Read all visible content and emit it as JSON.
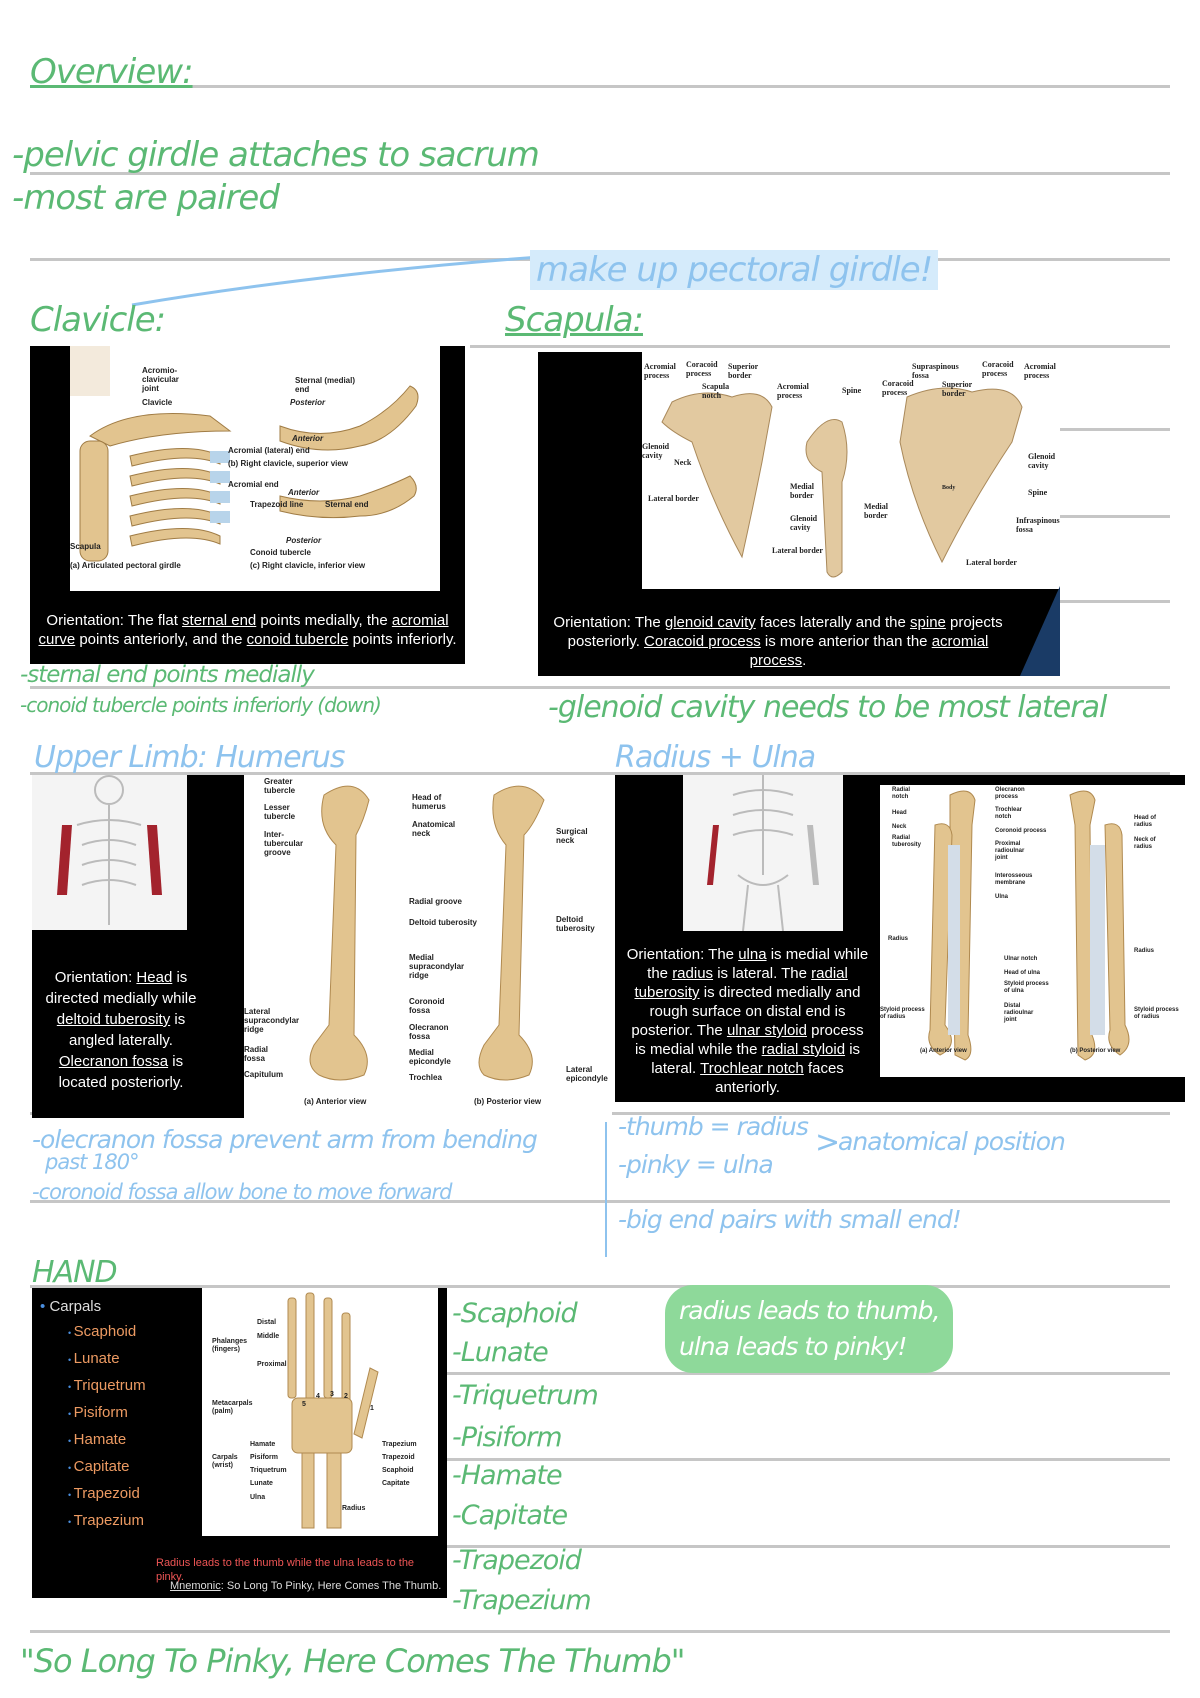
{
  "overview": {
    "heading": "Overview:",
    "bullets": [
      "-pelvic girdle attaches to sacrum",
      "-most are paired"
    ]
  },
  "pectoral_note": "make up pectoral girdle!",
  "clavicle": {
    "heading": "Clavicle:",
    "labels": {
      "acromio_joint": "Acromio-\nclavicular\njoint",
      "clavicle": "Clavicle",
      "sternal_medial_end": "Sternal (medial)\nend",
      "posterior1": "Posterior",
      "anterior1": "Anterior",
      "acromial_lateral_end": "Acromial (lateral) end",
      "view_b": "(b) Right clavicle, superior view",
      "acromial_end": "Acromial end",
      "anterior2": "Anterior",
      "trapezoid_line": "Trapezoid line",
      "sternal_end": "Sternal end",
      "posterior2": "Posterior",
      "conoid_tubercle": "Conoid tubercle",
      "scapula": "Scapula",
      "view_a": "(a) Articulated pectoral girdle",
      "view_c": "(c) Right clavicle, inferior view"
    },
    "caption": {
      "p1": "Orientation: The flat ",
      "u1": "sternal end",
      "p2": " points medially, the ",
      "u2": "acromial curve",
      "p3": " points anteriorly, and the ",
      "u3": "conoid tubercle",
      "p4": " points inferiorly."
    },
    "notes": [
      "-sternal end points medially",
      "-conoid tubercle points inferiorly (down)"
    ]
  },
  "scapula": {
    "heading": "Scapula:",
    "labels": {
      "acromial_process": "Acromial\nprocess",
      "coracoid_process": "Coracoid\nprocess",
      "superior_border": "Superior\nborder",
      "scapula_notch": "Scapula\nnotch",
      "acromial_process2": "Acromial\nprocess",
      "spine": "Spine",
      "coracoid_process2": "Coracoid\nprocess",
      "supraspinous_fossa": "Supraspinous\nfossa",
      "superior_border2": "Superior\nborder",
      "coracoid_process3": "Coracoid\nprocess",
      "acromial_process3": "Acromial\nprocess",
      "glenoid_cavity": "Glenoid\ncavity",
      "neck": "Neck",
      "lateral_border": "Lateral border",
      "medial_border": "Medial\nborder",
      "glenoid_cavity2": "Glenoid\ncavity",
      "lateral_border2": "Lateral border",
      "medial_border2": "Medial\nborder",
      "body": "Body",
      "glenoid_cavity3": "Glenoid\ncavity",
      "spine2": "Spine",
      "infraspinous_fossa": "Infraspinous\nfossa",
      "lateral_border3": "Lateral border"
    },
    "caption": {
      "p1": "Orientation: The ",
      "u1": "glenoid cavity",
      "p2": " faces laterally and the ",
      "u2": "spine",
      "p3": " projects posteriorly. ",
      "u3": "Coracoid process",
      "p4": " is more anterior than the ",
      "u4": "acromial process",
      "p5": "."
    },
    "note": "-glenoid cavity needs to be most lateral"
  },
  "humerus": {
    "heading": "Upper Limb: Humerus",
    "labels": {
      "greater_tubercle": "Greater\ntubercle",
      "lesser_tubercle": "Lesser\ntubercle",
      "intertubercular": "Inter-\ntubercular\ngroove",
      "head": "Head of\nhumerus",
      "anatomical_neck": "Anatomical\nneck",
      "surgical_neck": "Surgical\nneck",
      "radial_groove": "Radial groove",
      "deltoid_tuberosity": "Deltoid tuberosity",
      "deltoid_tuberosity2": "Deltoid\ntuberosity",
      "medial_ridge": "Medial\nsupracondylar\nridge",
      "coronoid_fossa": "Coronoid\nfossa",
      "olecranon_fossa": "Olecranon\nfossa",
      "medial_epicondyle": "Medial\nepicondyle",
      "trochlea": "Trochlea",
      "lateral_ridge": "Lateral\nsupracondylar\nridge",
      "radial_fossa": "Radial\nfossa",
      "capitulum": "Capitulum",
      "lateral_epicondyle": "Lateral\nepicondyle",
      "view_a": "(a) Anterior view",
      "view_b": "(b) Posterior view"
    },
    "caption": {
      "p1": "Orientation: ",
      "u1": "Head",
      "p2": " is directed medially while ",
      "u2": "deltoid tuberosity",
      "p3": " is angled laterally. ",
      "u3": "Olecranon fossa",
      "p4": " is located posteriorly."
    },
    "notes": [
      "-olecranon fossa prevent arm from bending",
      "past 180°",
      "-coronoid fossa allow bone to move forward"
    ]
  },
  "radius_ulna": {
    "heading": "Radius + Ulna",
    "labels": {
      "radial_notch": "Radial\nnotch",
      "head": "Head",
      "neck": "Neck",
      "radial_tuberosity": "Radial\ntuberosity",
      "olecranon_process": "Olecranon\nprocess",
      "trochlear_notch": "Trochlear\nnotch",
      "coronoid_process": "Coronoid process",
      "proximal_joint": "Proximal\nradioulnar\njoint",
      "interosseous": "Interosseous\nmembrane",
      "ulna": "Ulna",
      "head_radius": "Head of\nradius",
      "neck_radius": "Neck of\nradius",
      "radius": "Radius",
      "radius2": "Radius",
      "ulnar_notch": "Ulnar notch",
      "head_ulna": "Head of ulna",
      "styloid_ulna": "Styloid process\nof ulna",
      "distal_joint": "Distal\nradioulnar\njoint",
      "styloid_radius": "Styloid process\nof radius",
      "styloid_radius2": "Styloid process\nof radius",
      "view_a": "(a) Anterior view",
      "view_b": "(b) Posterior view"
    },
    "caption": {
      "p1": "Orientation: The ",
      "u1": "ulna",
      "p2": " is medial while the ",
      "u2": "radius",
      "p3": " is lateral. The ",
      "u3": "radial tuberosity",
      "p4": " is directed medially and rough surface on distal end is posterior.  The ",
      "u4": "ulnar styloid",
      "p5": " process is medial while the ",
      "u5": "radial styloid",
      "p6": " is lateral. ",
      "u6": "Trochlear notch",
      "p7": " faces anteriorly."
    },
    "notes": [
      "-thumb = radius",
      "-pinky = ulna",
      "anatomical position",
      "-big end pairs with small end!"
    ]
  },
  "hand": {
    "heading": "HAND",
    "list_title": "Carpals",
    "list_items": [
      "Scaphoid",
      "Lunate",
      "Triquetrum",
      "Pisiform",
      "Hamate",
      "Capitate",
      "Trapezoid",
      "Trapezium"
    ],
    "labels": {
      "phalanges": "Phalanges\n(fingers)",
      "distal": "Distal",
      "middle": "Middle",
      "proximal": "Proximal",
      "metacarpals": "Metacarpals\n(palm)",
      "carpals": "Carpals\n(wrist)",
      "hamate": "Hamate",
      "pisiform": "Pisiform",
      "triquetrum": "Triquetrum",
      "lunate": "Lunate",
      "ulna": "Ulna",
      "trapezium": "Trapezium",
      "trapezoid": "Trapezoid",
      "scaphoid": "Scaphoid",
      "capitate": "Capitate",
      "radius": "Radius",
      "n1": "1",
      "n2": "2",
      "n3": "3",
      "n4": "4",
      "n5": "5"
    },
    "caption_red": "Radius leads to the thumb while the ulna leads to the pinky.",
    "mnemonic_label": "Mnemonic",
    "mnemonic_text": ": So Long To Pinky, Here Comes The Thumb.",
    "hand_notes": [
      "-Scaphoid",
      "-Lunate",
      "-Triquetrum",
      "-Pisiform",
      "-Hamate",
      "-Capitate",
      "-Trapezoid",
      "-Trapezium"
    ],
    "highlight_note": "radius leads to thumb,\nulna leads to pinky!",
    "mnemonic_quote": "\"So Long To Pinky, Here Comes The Thumb\""
  },
  "colors": {
    "green": "#5bb974",
    "blue": "#8ec3ee",
    "highlight": "#8ed99a",
    "bone": "#e2c48f"
  }
}
